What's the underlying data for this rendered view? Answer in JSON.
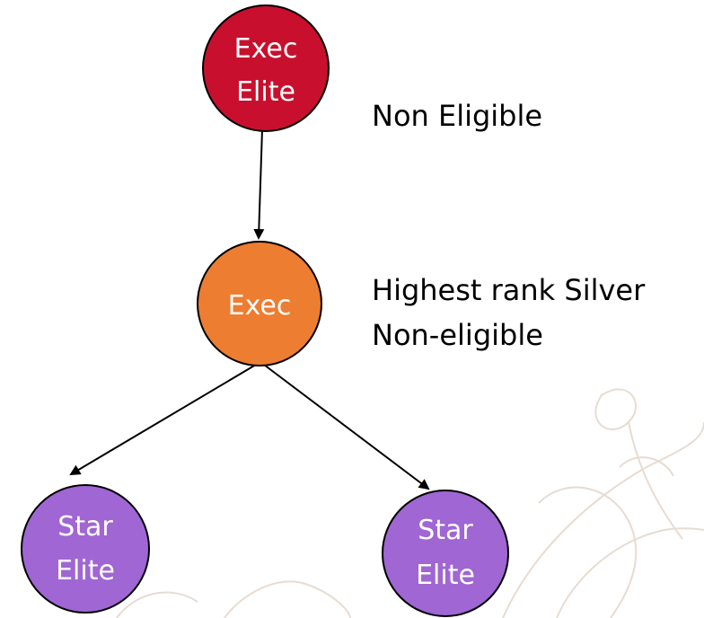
{
  "diagram": {
    "colors": {
      "exec_elite": "#c8102e",
      "exec": "#ed7d31",
      "star_elite": "#a066d3",
      "text_on_node": "#ffffff",
      "line": "#000000",
      "background_pattern": "#e7dcd2"
    },
    "nodes": [
      {
        "id": "exec-elite",
        "lines": [
          "Exec",
          "Elite"
        ]
      },
      {
        "id": "exec",
        "lines": [
          "Exec"
        ]
      },
      {
        "id": "star-elite-left",
        "lines": [
          "Star",
          "Elite"
        ]
      },
      {
        "id": "star-elite-right",
        "lines": [
          "Star",
          "Elite"
        ]
      }
    ],
    "edges": [
      {
        "from": "exec-elite",
        "to": "exec"
      },
      {
        "from": "exec",
        "to": "star-elite-left"
      },
      {
        "from": "exec",
        "to": "star-elite-right"
      }
    ],
    "side_labels": {
      "top": "Non Eligible",
      "middle_line1": "Highest rank Silver",
      "middle_line2": "Non-eligible"
    }
  }
}
